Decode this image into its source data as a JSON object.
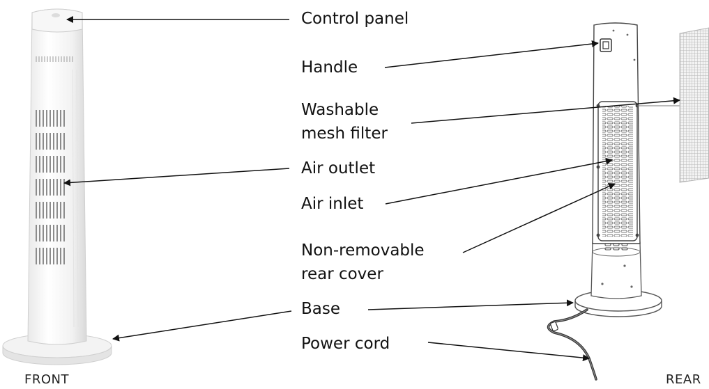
{
  "labels": {
    "control_panel": "Control panel",
    "handle": "Handle",
    "filter_line1": "Washable",
    "filter_line2": "mesh filter",
    "air_outlet": "Air outlet",
    "air_inlet": "Air inlet",
    "cover_line1": "Non-removable",
    "cover_line2": "rear cover",
    "base": "Base",
    "power_cord": "Power cord"
  },
  "captions": {
    "front": "FRONT",
    "rear": "REAR"
  },
  "colors": {
    "ink": "#111111",
    "fan_body": "#f4f4f4",
    "fan_edge": "#bdbdbd",
    "grille": "#8c8c8c"
  }
}
